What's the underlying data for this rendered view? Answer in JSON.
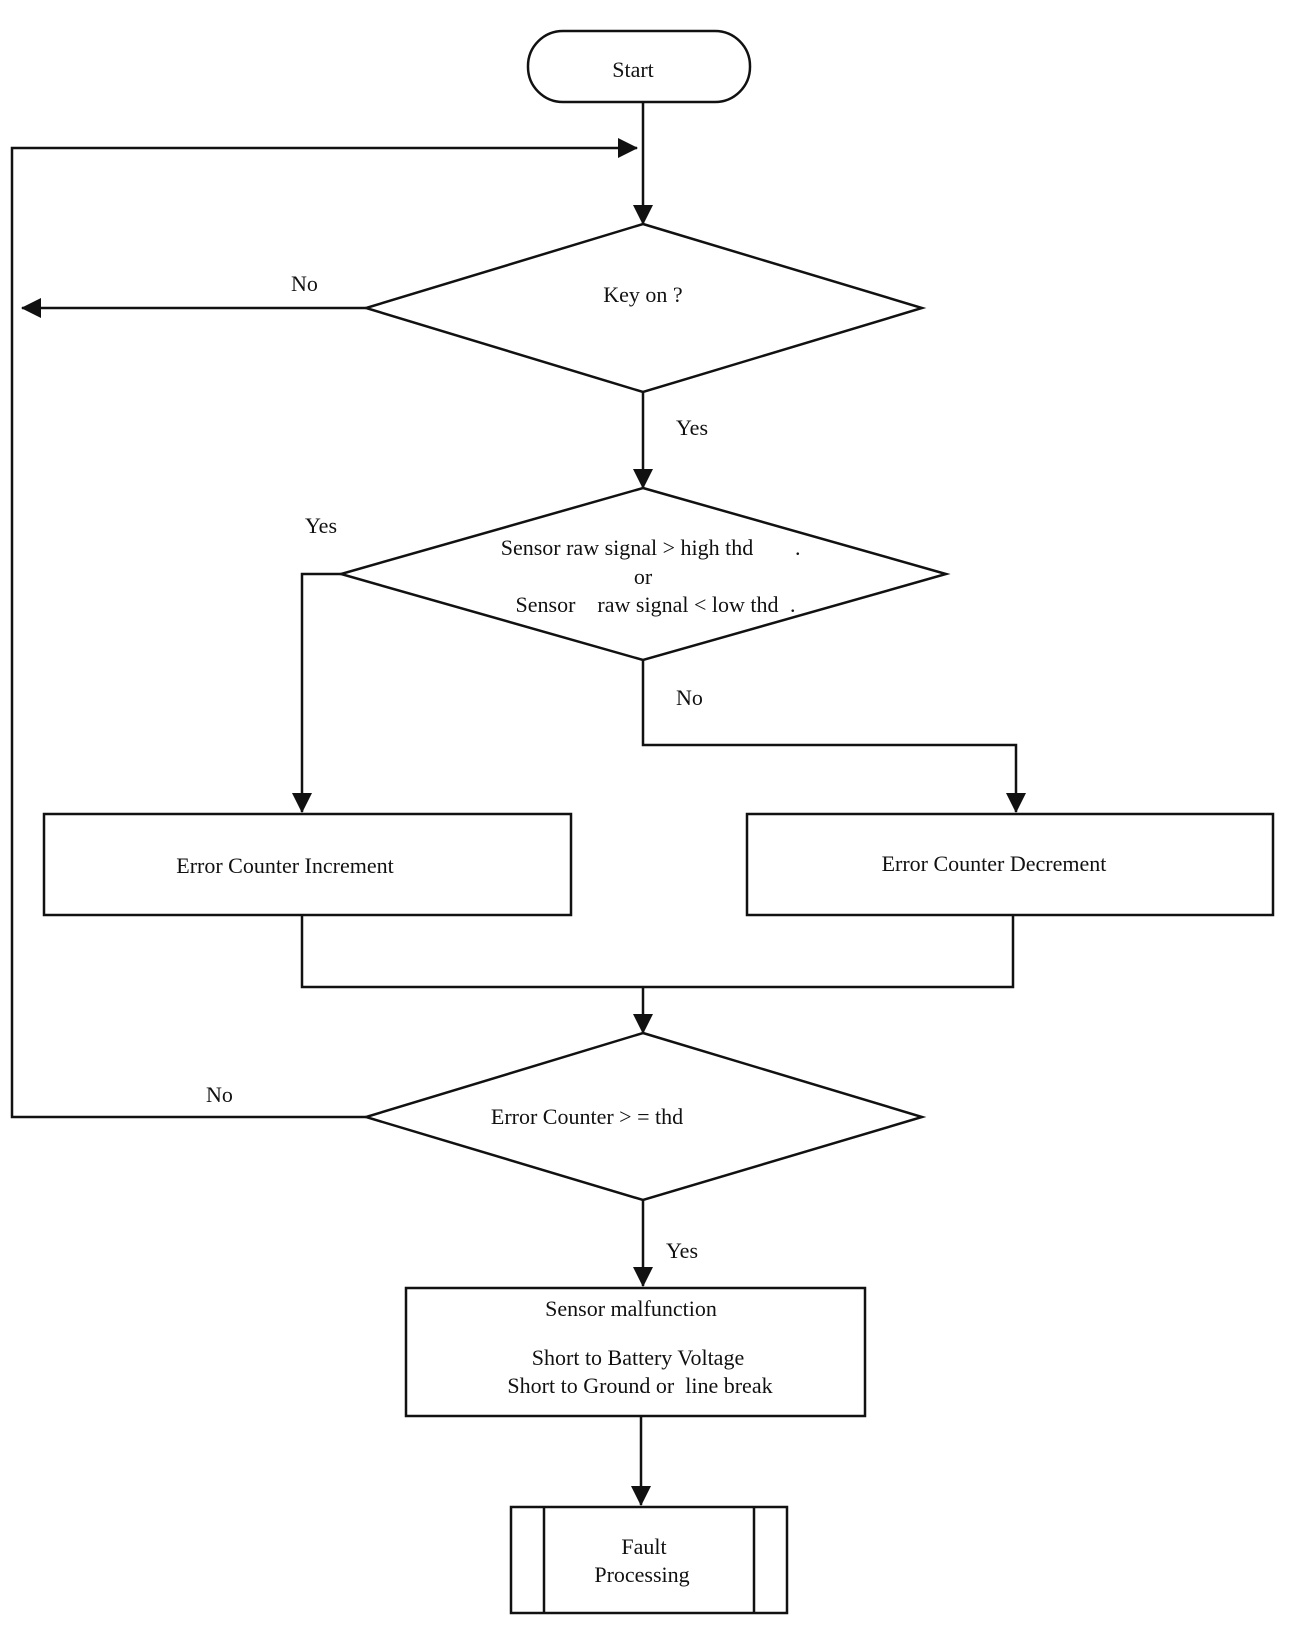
{
  "nodes": {
    "start": "Start",
    "key_on": "Key on ?",
    "sensor_check": {
      "line1": "Sensor raw signal > high thd",
      "line1_dot": ".",
      "line2": "or",
      "line3": "Sensor    raw signal < low thd",
      "line3_dot": "."
    },
    "increment": "Error Counter Increment",
    "decrement": "Error Counter Decrement",
    "counter_check": "Error Counter > = thd",
    "malfunction": {
      "title": "Sensor malfunction",
      "line1": "Short to Battery Voltage",
      "line2": "Short to Ground or  line break"
    },
    "fault": {
      "line1": "Fault",
      "line2": "Processing"
    }
  },
  "edge_labels": {
    "key_no": "No",
    "key_yes": "Yes",
    "sensor_yes": "Yes",
    "sensor_no": "No",
    "counter_no": "No",
    "counter_yes": "Yes"
  }
}
